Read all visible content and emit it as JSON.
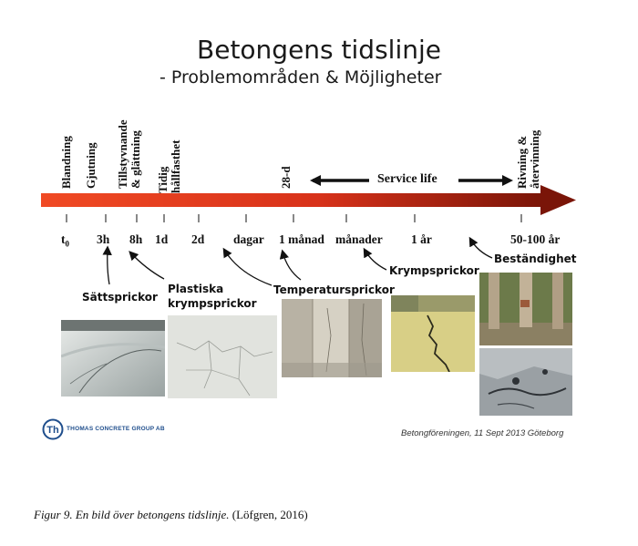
{
  "title": "Betongens tidslinje",
  "subtitle": "- Problemområden & Möjligheter",
  "phases": {
    "blandning": "Blandning",
    "gjutning": "Gjutning",
    "tillstyvnande_line1": "Tillstyvnande",
    "tillstyvnande_line2": "& glättning",
    "tidig_line1": "Tidig",
    "tidig_line2": "hållfasthet",
    "d28": "28-d",
    "rivning_line1": "Rivning &",
    "rivning_line2": "återvinning"
  },
  "service_life": "Service life",
  "ticks": {
    "t0_base": "t",
    "t0_sub": "0",
    "h3": "3h",
    "h8": "8h",
    "d1": "1d",
    "d2": "2d",
    "dagar": "dagar",
    "manad1": "1 månad",
    "manader": "månader",
    "ar1": "1 år",
    "ar50_100": "50-100 år"
  },
  "problems": {
    "sattsprickor": "Sättsprickor",
    "plastiska_line1": "Plastiska",
    "plastiska_line2": "krympsprickor",
    "temperatur": "Temperatursprickor",
    "krymp": "Krympsprickor",
    "bestandighet": "Beständighet"
  },
  "logo_text": "THOMAS CONCRETE GROUP AB",
  "logo_letters": "Th",
  "footer_credit": "Betongföreningen, 11 Sept 2013 Göteborg",
  "caption": {
    "figure": "Figur 9. En bild över betongens tidslinje.",
    "source": "(Löfgren, 2016)"
  },
  "colors": {
    "arrow_start": "#f04a24",
    "arrow_end": "#7a1508",
    "logo_blue": "#1f4e8c"
  }
}
